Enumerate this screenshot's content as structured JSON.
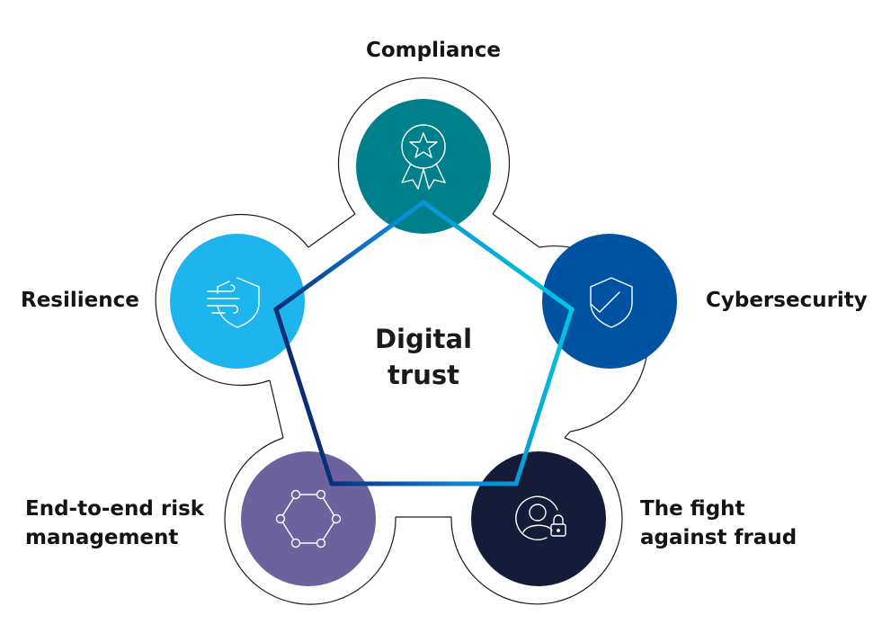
{
  "center": {
    "line1": "Digital",
    "line2": "trust"
  },
  "nodes": {
    "compliance": {
      "label": "Compliance",
      "color": "#00808a",
      "icon": "award-ribbon-icon"
    },
    "cybersecurity": {
      "label": "Cybersecurity",
      "color": "#0052a2",
      "icon": "shield-check-icon"
    },
    "resilience": {
      "label": "Resilience",
      "color": "#1eb4ee",
      "icon": "shield-wind-icon"
    },
    "risk": {
      "label_line1": "End-to-end risk",
      "label_line2": "management",
      "color": "#6c629d",
      "icon": "hexagon-nodes-icon"
    },
    "fraud": {
      "label_line1": "The fight",
      "label_line2": "against fraud",
      "color": "#141c3a",
      "icon": "user-lock-icon"
    }
  },
  "colors": {
    "pentagon_gradient": [
      "#00cde0",
      "#0c7dd1",
      "#0a1a5e"
    ],
    "outline": "#1a1a1a",
    "background": "#ffffff"
  }
}
